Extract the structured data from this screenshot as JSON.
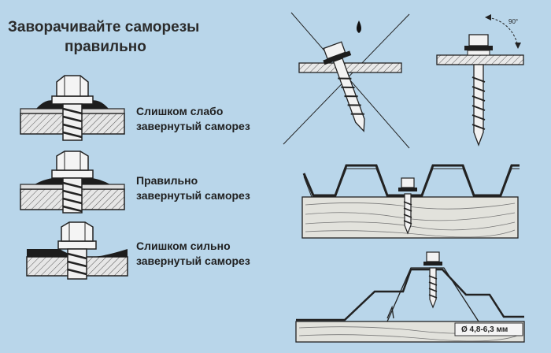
{
  "title": {
    "line1": "Заворачивайте саморезы",
    "line2": "правильно"
  },
  "captions": [
    {
      "line1": "Слишком слабо",
      "line2": "завернутый саморез"
    },
    {
      "line1": "Правильно",
      "line2": "завернутый саморез"
    },
    {
      "line1": "Слишком сильно",
      "line2": "завернутый саморез"
    }
  ],
  "dimension_label": "Ø 4,8-6,3 мм",
  "colors": {
    "background": "#b9d6ea",
    "ink": "#222222",
    "board": "#e2e2dc"
  }
}
